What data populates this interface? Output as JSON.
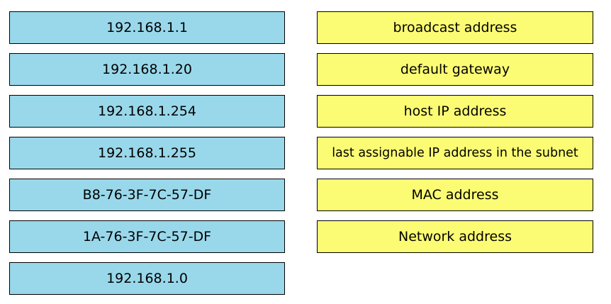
{
  "colors": {
    "value_box": "#99d8ea",
    "category_box": "#fcfc74",
    "border": "#000000"
  },
  "values": [
    {
      "label": "192.168.1.1"
    },
    {
      "label": "192.168.1.20"
    },
    {
      "label": "192.168.1.254"
    },
    {
      "label": "192.168.1.255"
    },
    {
      "label": "B8-76-3F-7C-57-DF"
    },
    {
      "label": "1A-76-3F-7C-57-DF"
    },
    {
      "label": "192.168.1.0"
    }
  ],
  "categories": [
    {
      "label": "broadcast address"
    },
    {
      "label": "default gateway"
    },
    {
      "label": "host IP address"
    },
    {
      "label": "last assignable IP address in the subnet"
    },
    {
      "label": "MAC address"
    },
    {
      "label": "Network address"
    }
  ]
}
